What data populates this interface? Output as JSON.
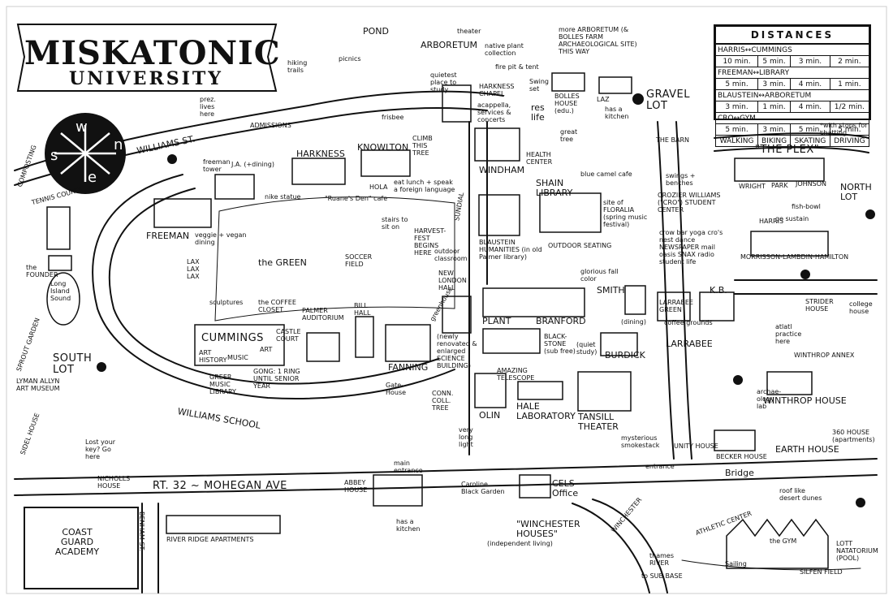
{
  "title": {
    "line1": "MISKATONIC",
    "line2": "UNIVERSITY"
  },
  "compass": {
    "n": "n",
    "s": "s",
    "e": "e",
    "w": "w"
  },
  "distances": {
    "title": "DISTANCES",
    "rows": [
      {
        "route": "HARRIS↔CUMMINGS",
        "values": [
          "10 min.",
          "5 min.",
          "3 min.",
          "2 min."
        ]
      },
      {
        "route": "FREEMAN↔LIBRARY",
        "values": [
          "5 min.",
          "3 min.",
          "4 min.",
          "1 min."
        ]
      },
      {
        "route": "BLAUSTEIN↔ARBORETUM",
        "values": [
          "3 min.",
          "1 min.",
          "4 min.",
          "1/2 min."
        ]
      },
      {
        "route": "CRO↔GYM",
        "values": [
          "5 min.",
          "3 min.",
          "5 min.",
          "5 min."
        ]
      }
    ],
    "columns": [
      "WALKING",
      "BIKING",
      "SKATING",
      "DRIVING"
    ],
    "note": "*with stops for chatting"
  },
  "labels": {
    "pond": "POND",
    "theater": "theater",
    "arboretum": "ARBORETUM",
    "native_plant": "native plant collection",
    "more_arboretum": "more ARBORETUM (& BOLLES FARM ARCHAEOLOGICAL SITE) THIS WAY",
    "hiking_trails": "hiking trails",
    "picnics": "picnics",
    "fire_pit": "fire pit & tent",
    "quietest_place": "quietest place to study",
    "harkness_chapel": "HARKNESS CHAPEL",
    "chapel_events": "acappella, services & concerts",
    "swing_set": "Swing set",
    "bolles_house": "BOLLES HOUSE (edu.)",
    "laz": "LAZ",
    "laz_kitchen": "has a kitchen",
    "gravel_lot": "GRAVEL LOT",
    "prez_lives": "prez. lives here",
    "frisbee": "frisbee",
    "williams_st": "WILLIAMS ST.",
    "admissions": "ADMISSIONS",
    "res_life": "res life",
    "great_tree": "great tree",
    "health_center": "HEALTH CENTER",
    "windham": "WINDHAM",
    "the_barn": "THE BARN",
    "the_plex": "\"THE PLEX\"",
    "wright": "WRIGHT",
    "park": "PARK",
    "johnson": "JOHNSON",
    "harris": "HARRIS",
    "morrisson": "MORRISSON-LAMBDIN-HAMILTON",
    "north_lot": "NORTH LOT",
    "composting": "COMPOSTING",
    "tennis_courts": "TENNIS COURTS",
    "freeman_tower": "freeman tower",
    "ja": "J.A. (+dining)",
    "harkness": "HARKNESS",
    "knowlton": "KNOWLTON",
    "climb_tree": "CLIMB THIS TREE",
    "nike_statue": "nike statue",
    "ruanes_den": "\"Ruane's Den\" cafe",
    "hola": "HOLA",
    "eat_lunch": "eat lunch + speak a foreign language",
    "freeman": "FREEMAN",
    "veggie": "veggie + vegan dining",
    "shain_library": "SHAIN LIBRARY",
    "blue_camel": "blue camel cafe",
    "swings_benches": "swings + benches",
    "crozier": "CROZIER WILLIAMS (\"CRO\") STUDENT CENTER",
    "site_floralia": "site of FLORALIA (spring music festival)",
    "cro_features": "crow bar  yoga  cro's nest  dance  NEWSPAPER  mail  oasis  SNAX  radio  student life",
    "blaustein": "BLAUSTEIN HUMANITIES (in old Palmer library)",
    "outdoor_seating": "OUTDOOR SEATING",
    "sundial": "SUNDIAL",
    "harvest_fest": "HARVEST-FEST BEGINS HERE",
    "stairs": "stairs to sit on",
    "the_green": "the GREEN",
    "soccer_field": "SOCCER FIELD",
    "outdoor_classroom": "outdoor classroom",
    "new_london_hall": "NEW LONDON HALL",
    "glorious_fall": "glorious fall color",
    "lax": "LAX LAX LAX",
    "the_founder": "the FOUNDER",
    "long_island_sound": "Long Island Sound",
    "sculptures": "sculptures",
    "coffee_closet": "the COFFEE CLOSET",
    "palmer_auditorium": "PALMER AUDITORIUM",
    "bill_hall": "BILL HALL",
    "greenhouse": "greenhouse",
    "cummings": "CUMMINGS",
    "art_history": "ART HISTORY",
    "music": "MUSIC",
    "art": "ART",
    "castle_court": "CASTLE COURT",
    "plant": "PLANT",
    "branford": "BRANFORD",
    "smith": "SMITH",
    "dining": "(dining)",
    "kb": "K.B.",
    "larrabee_green": "LARRABEE GREEN",
    "coffee_grounds": "coffee grounds",
    "larrabee": "LARRABEE",
    "strider_house": "STRIDER HOUSE",
    "college_house": "college house",
    "atlatl": "atlatl practice here",
    "winthrop_annex": "WINTHROP ANNEX",
    "blackstone": "BLACK-STONE (sub free)",
    "quiet_study": "(quiet study)",
    "burdick": "BURDICK",
    "fanning": "FANNING",
    "renovated": "(newly renovated & enlarged SCIENCE BUILDING)",
    "amazing_telescope": "AMAZING TELESCOPE",
    "south_lot": "SOUTH LOT",
    "lyman_allyn": "LYMAN ALLYN ART MUSEUM",
    "sprout_garden": "SPROUT GARDEN",
    "greer": "GREER MUSIC LIBRARY",
    "gong": "GONG: 1 RING UNTIL SENIOR YEAR",
    "williams_school": "WILLIAMS SCHOOL",
    "gate_house": "Gate-House",
    "conn_coll_tree": "CONN. COLL. TREE",
    "olin": "OLIN",
    "hale_lab": "HALE LABORATORY",
    "tansill": "TANSILL THEATER",
    "mysterious_smoke": "mysterious smokestack",
    "archaeology_lab": "archae-ology lab",
    "winthrop_house": "WINTHROP HOUSE",
    "earth_house": "EARTH HOUSE",
    "house_360": "360 HOUSE (apartments)",
    "unity_house": "UNITY HOUSE",
    "becker_house": "BECKER HOUSE",
    "lost_key": "Lost your key? Go here",
    "nicholls": "NICHOLLS HOUSE",
    "sidel": "SIDEL HOUSE",
    "very_long_light": "very long light",
    "main_entrance": "main entrance",
    "entrance": "entrance",
    "bridge": "Bridge",
    "mohegan": "RT. 32 ~ MOHEGAN AVE",
    "abbey_house": "ABBEY HOUSE",
    "caroline": "Caroline Black Garden",
    "cels": "CELS Office",
    "coast_guard": "COAST GUARD ACADEMY",
    "river_ridge": "RIVER RIDGE APARTMENTS",
    "has_kitchen2": "has a kitchen",
    "winchester": "\"WINCHESTER HOUSES\"",
    "independent": "(independent living)",
    "winchester_rd": "WINCHESTER",
    "benham": "BENHAM ST.",
    "athletic_center": "ATHLETIC CENTER",
    "roof_dunes": "roof like desert dunes",
    "the_gym": "the GYM",
    "lott": "LOTT NATATORIUM (POOL)",
    "thames": "thames RIVER",
    "sub_base": "to SUB BASE",
    "sailing": "Sailing",
    "silfen": "SILFEN FIELD",
    "fish_bowl": "fish-bowl",
    "sustain": "go sustain"
  }
}
